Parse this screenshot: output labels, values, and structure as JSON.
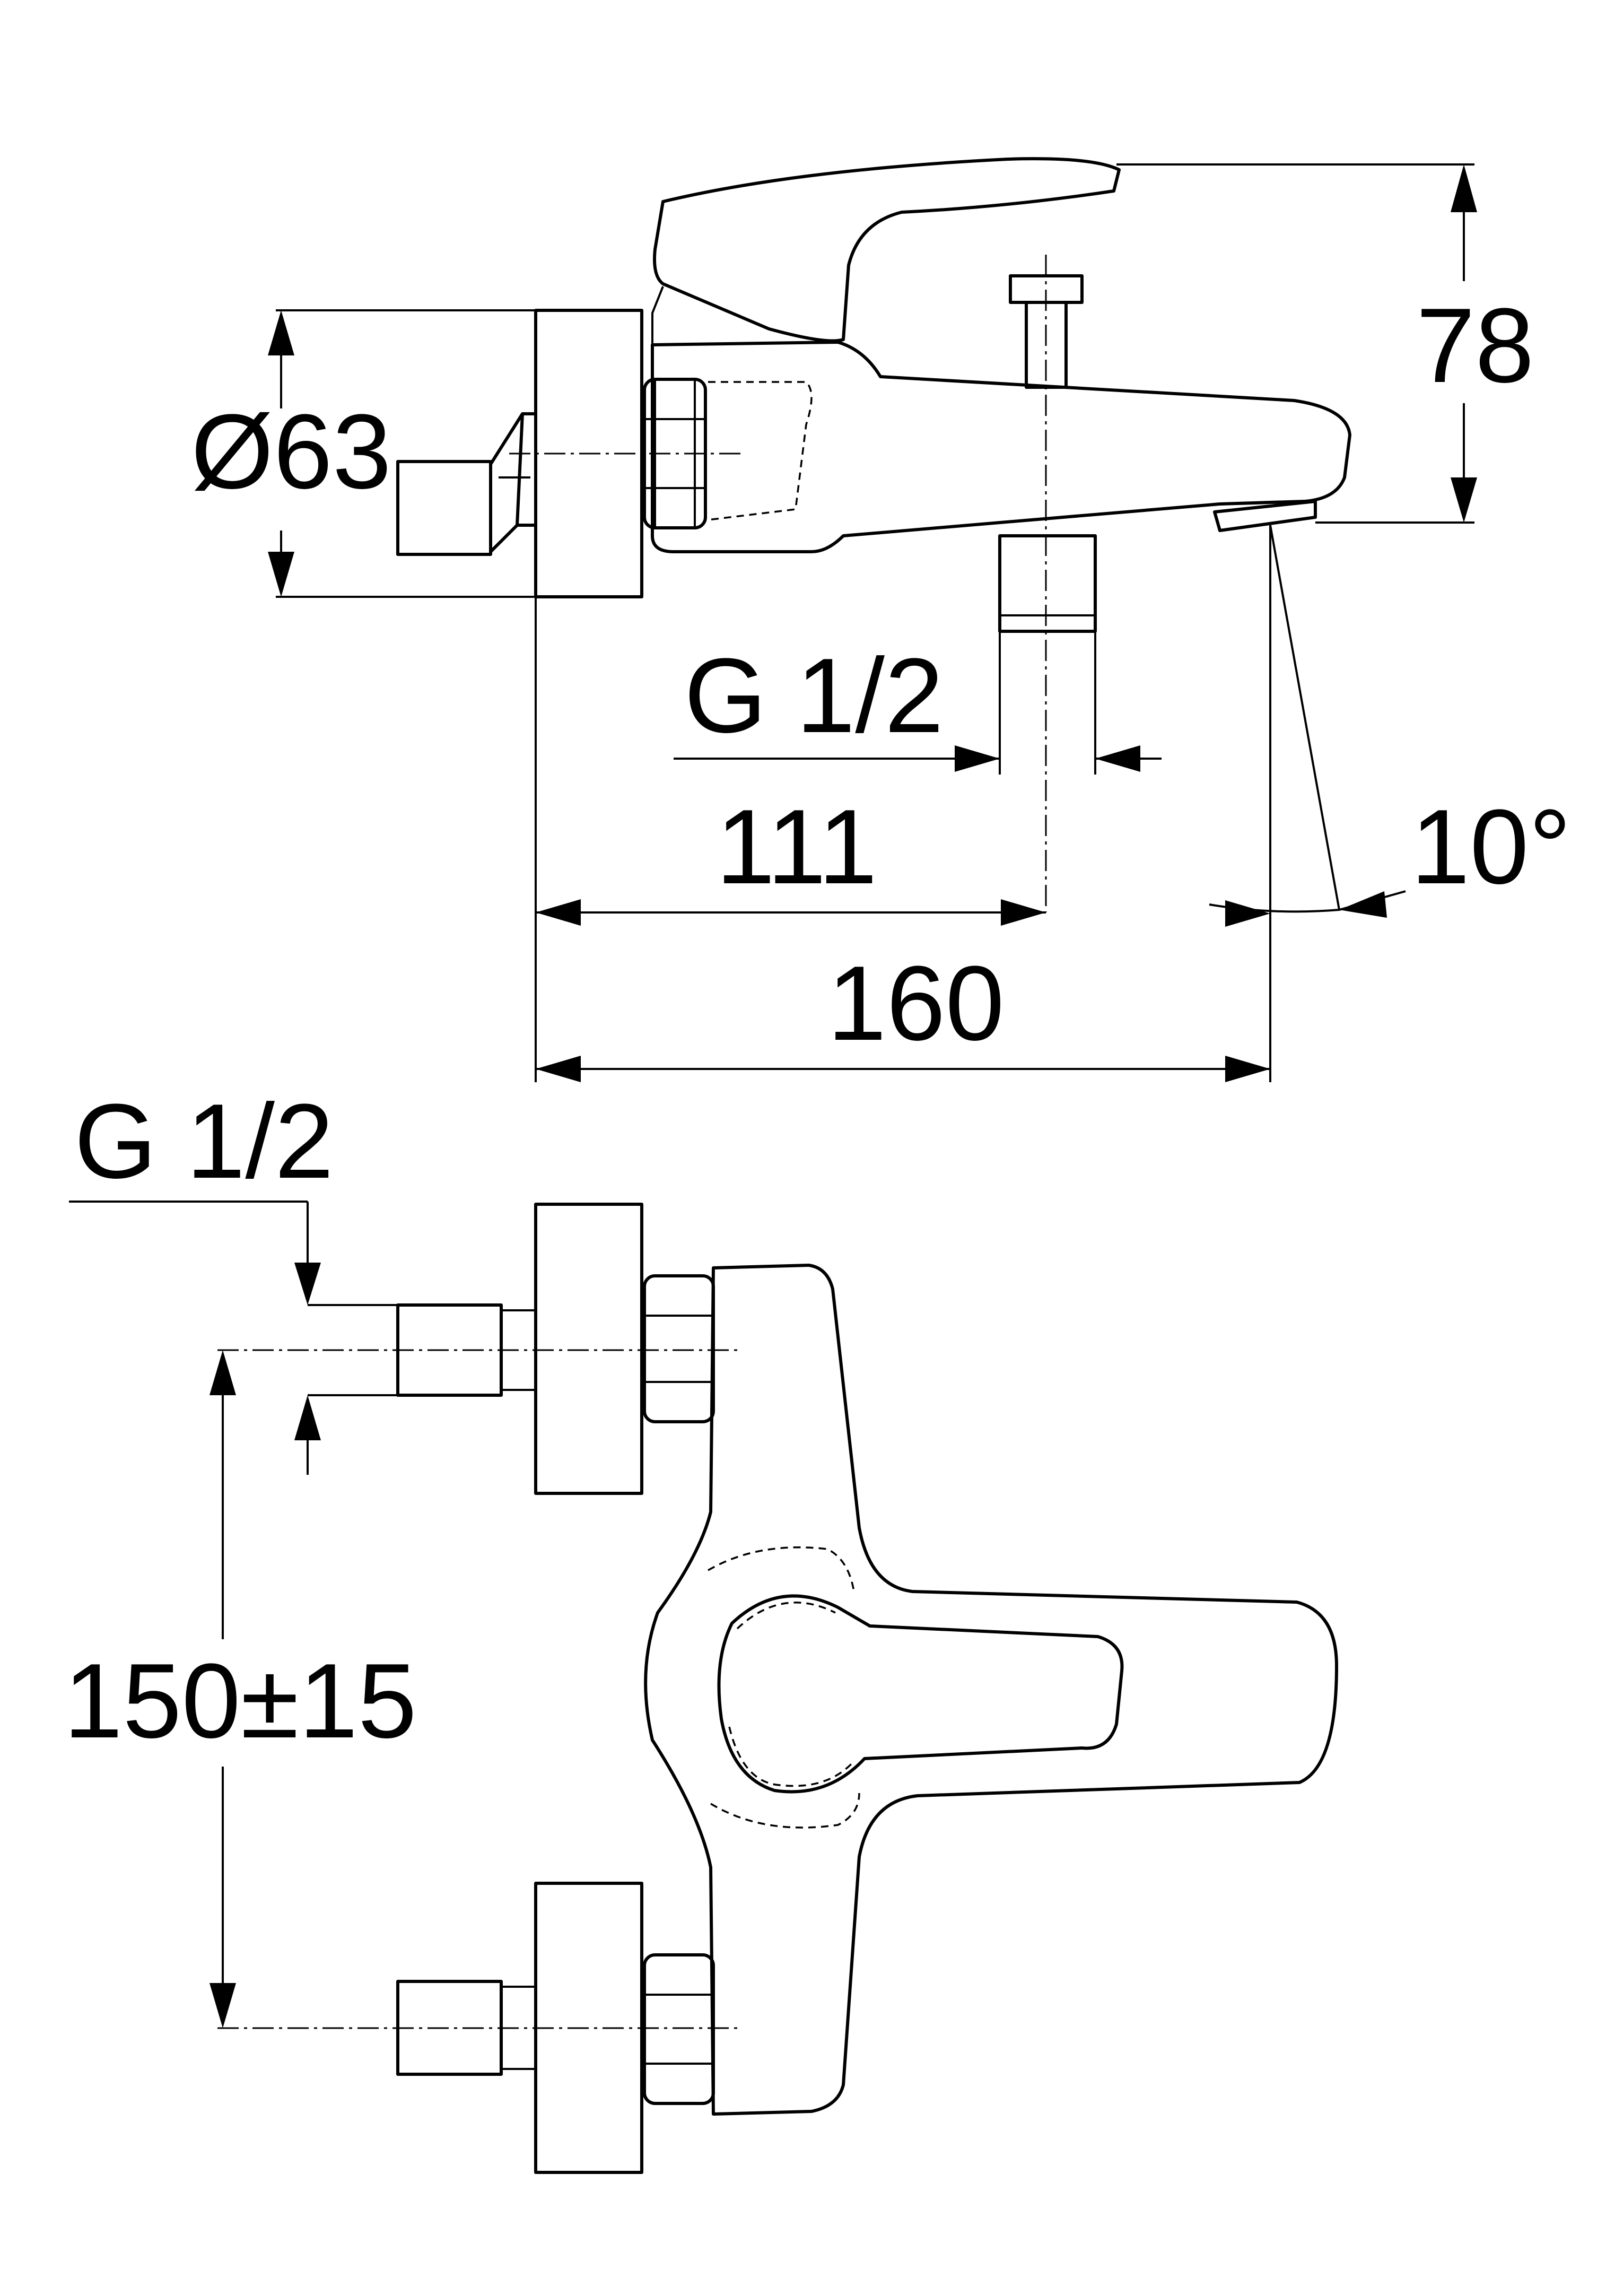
{
  "dimensions": {
    "diameter": "Ø63",
    "height": "78",
    "outlet_thread": "G 1/2",
    "outlet_offset": "111",
    "total_depth": "160",
    "spout_angle": "10°",
    "inlet_thread": "G 1/2",
    "inlet_spacing": "150±15"
  }
}
